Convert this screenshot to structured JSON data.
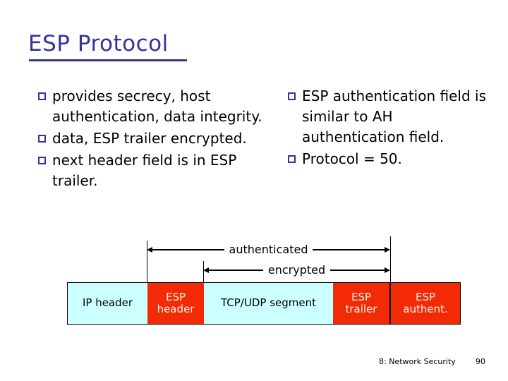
{
  "slide": {
    "title": "ESP Protocol",
    "title_color": "#333399",
    "background_color": "#ffffff"
  },
  "bullets": {
    "marker_icon": "square-bullet-icon",
    "marker_color": "#333399",
    "left_column": [
      {
        "text": "provides secrecy, host authentication, data integrity."
      },
      {
        "text": "data, ESP trailer encrypted."
      },
      {
        "text": "next header field is in ESP trailer."
      }
    ],
    "right_column": [
      {
        "text": "ESP authentication field is similar to AH authentication field."
      },
      {
        "text": "Protocol = 50."
      }
    ]
  },
  "diagram": {
    "colors": {
      "cyan": "#CCFFFF",
      "red": "#F22A06",
      "red_text": "#FFF2E6",
      "outline": "#000000"
    },
    "spans": [
      {
        "label": "authenticated",
        "name": "authenticated-span"
      },
      {
        "label": "encrypted",
        "name": "encrypted-span"
      }
    ],
    "blocks": [
      {
        "name": "ip-header-block",
        "line1": "IP header",
        "line2": "",
        "fill": "cyan"
      },
      {
        "name": "esp-header-block",
        "line1": "ESP",
        "line2": "header",
        "fill": "red"
      },
      {
        "name": "tcp-udp-segment-block",
        "line1": "TCP/UDP segment",
        "line2": "",
        "fill": "cyan"
      },
      {
        "name": "esp-trailer-block",
        "line1": "ESP",
        "line2": "trailer",
        "fill": "red"
      },
      {
        "name": "esp-authent-block",
        "line1": "ESP",
        "line2": "authent.",
        "fill": "red"
      }
    ]
  },
  "footer": {
    "course": "8: Network Security",
    "page_number": "90"
  }
}
